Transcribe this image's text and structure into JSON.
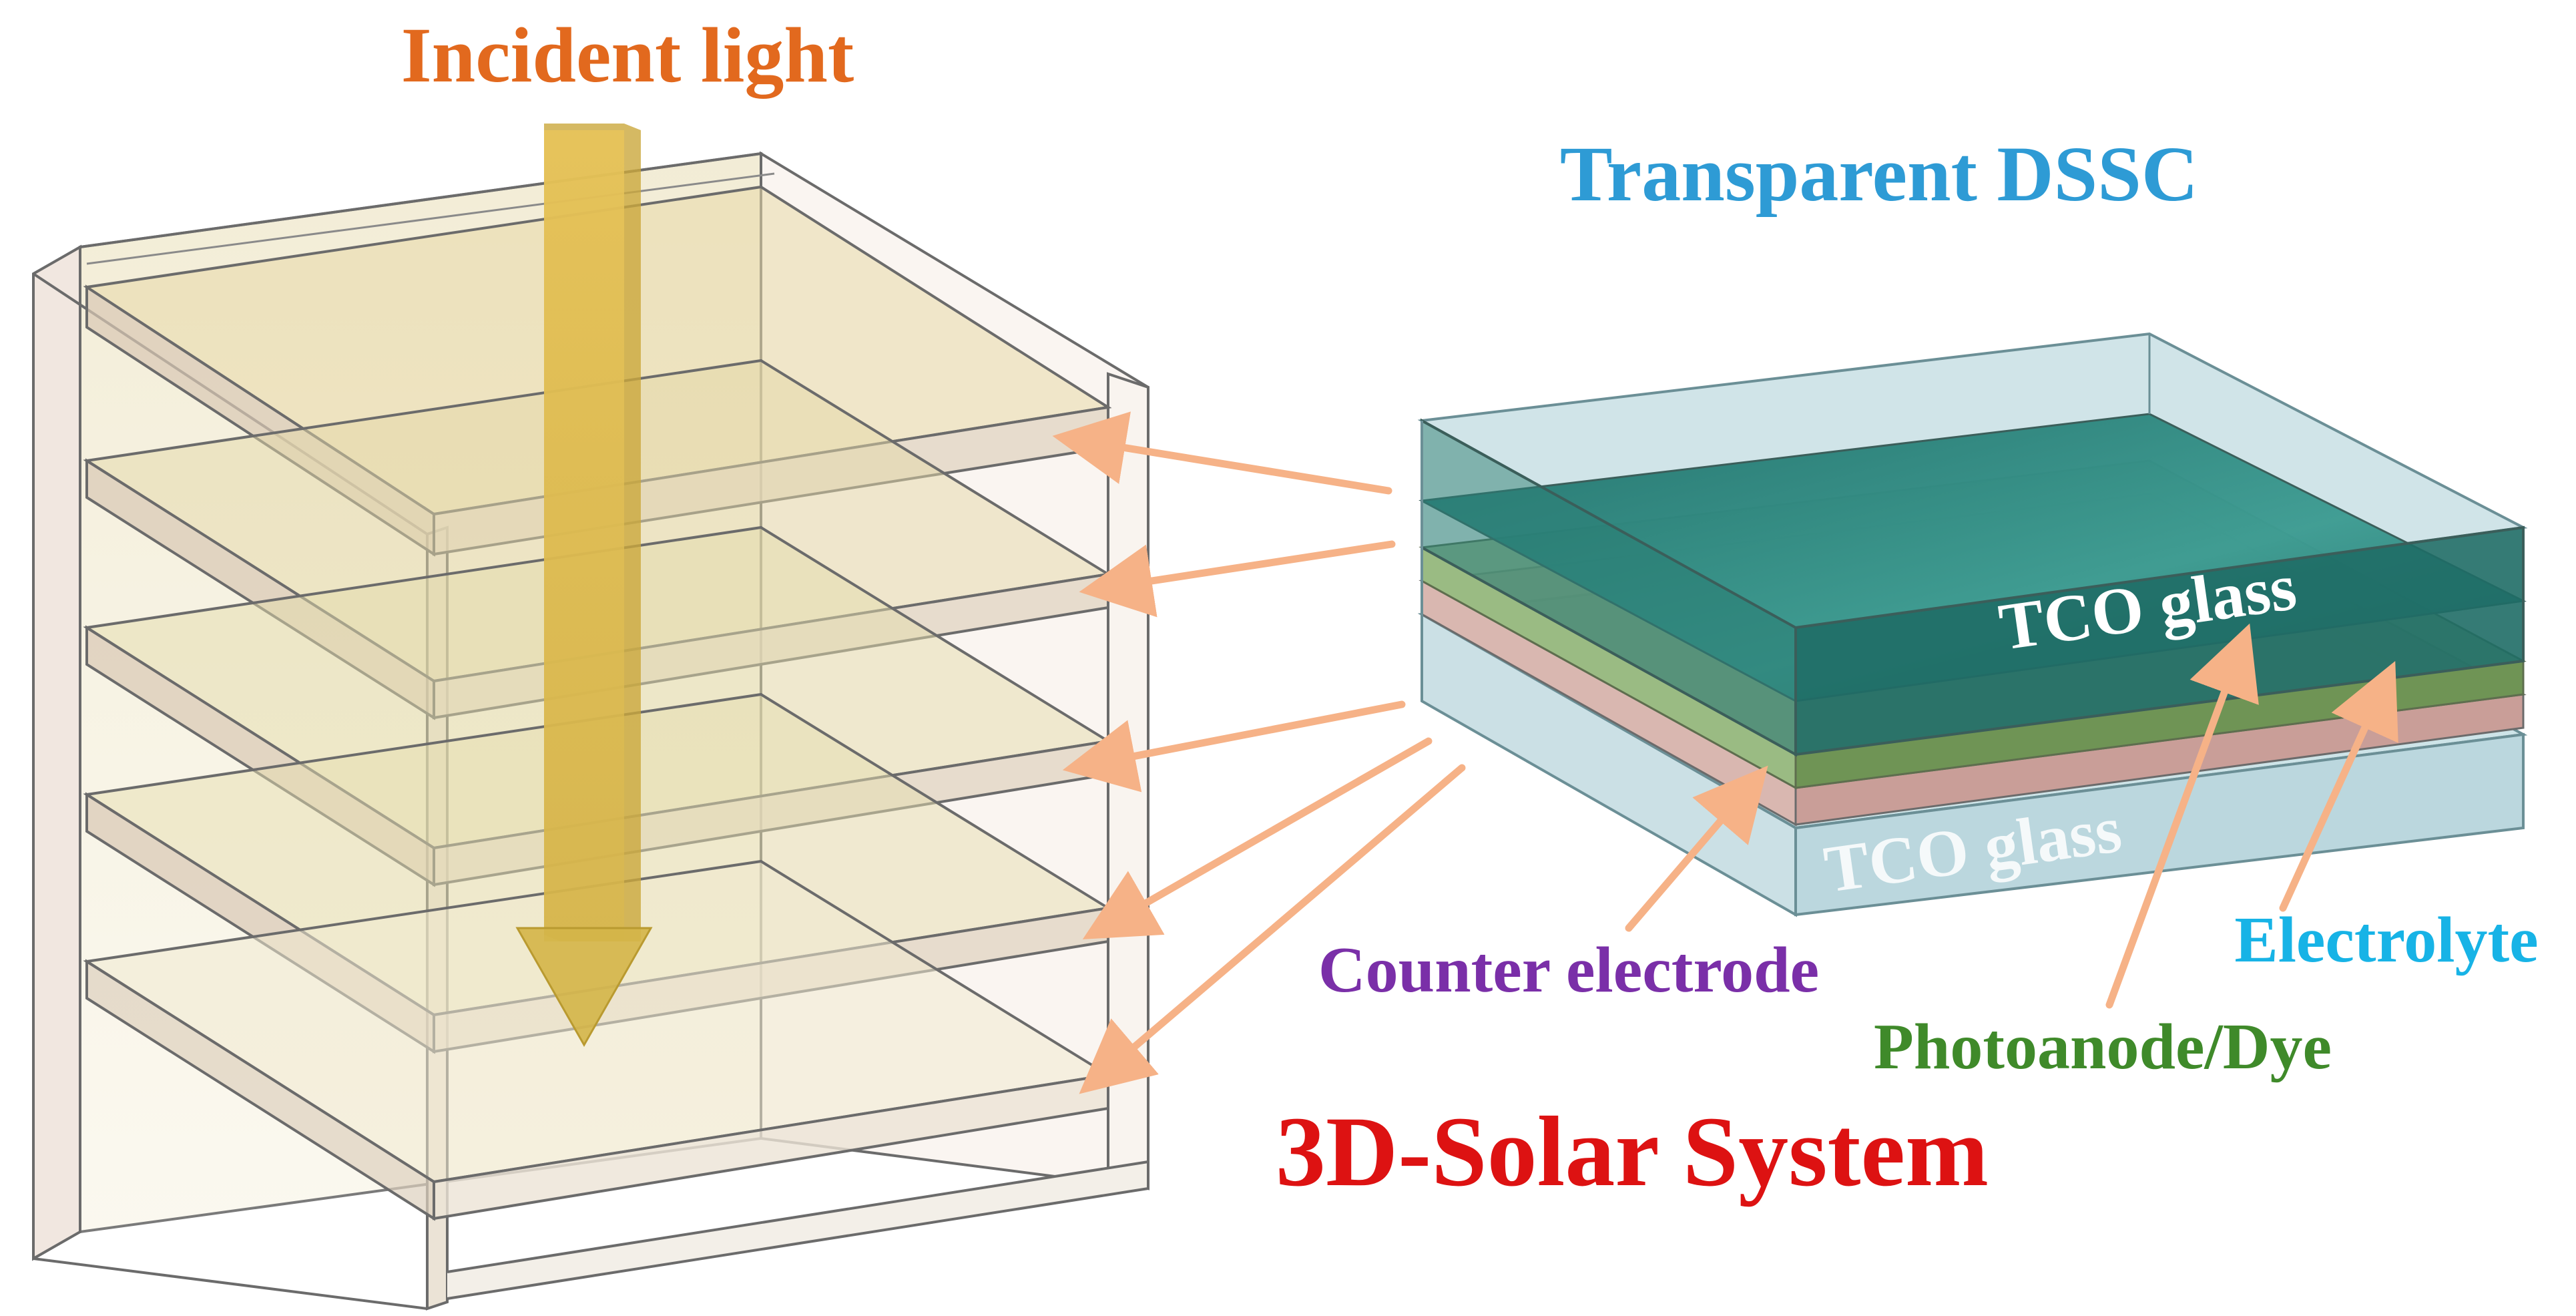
{
  "labels": {
    "incident_light": "Incident light",
    "transparent_dssc": "Transparent DSSC",
    "tco_glass_top": "TCO glass",
    "tco_glass_bottom": "TCO glass",
    "counter_electrode": "Counter electrode",
    "photoanode_dye": "Photoanode/Dye",
    "electrolyte": "Electrolyte",
    "system_title": "3D-Solar System"
  },
  "colors": {
    "incident_light": "#e2691e",
    "transparent_dssc": "#2e9bd5",
    "counter_electrode": "#7a2fa8",
    "photoanode_dye": "#3f8a2a",
    "electrolyte": "#17b3e6",
    "system_title": "#dd1212",
    "arrow": "#f6b287",
    "light_arrow": "#e5c25a",
    "tco_glass": "#b7d9df",
    "dye_layer": "#1f7a70",
    "photoanode_layer": "#7da066",
    "electrolyte_layer": "#d4a9a3",
    "frame_line": "#555555"
  },
  "dssc_layers": [
    "TCO glass",
    "Photoanode/Dye",
    "Electrolyte",
    "Counter electrode",
    "TCO glass"
  ],
  "stack_panel_count": 5
}
